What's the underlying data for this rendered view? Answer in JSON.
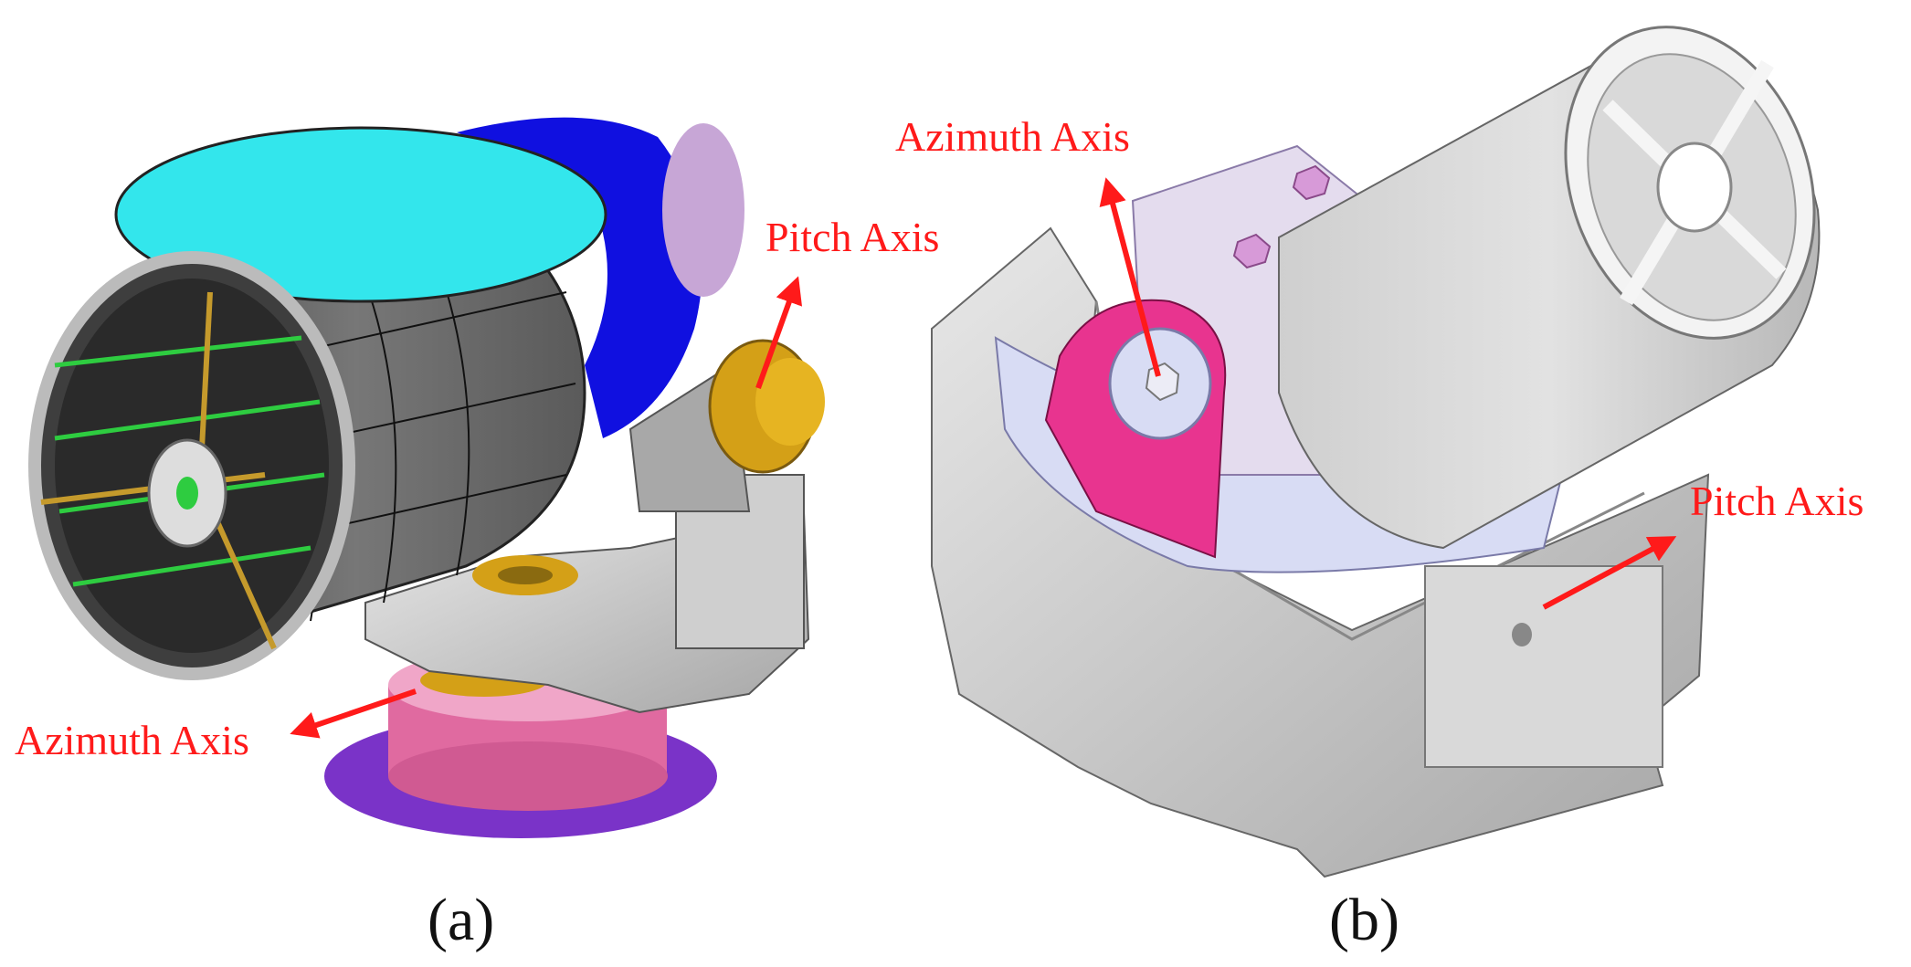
{
  "panels": [
    {
      "caption": "(a)",
      "labels": {
        "pitch_axis": "Pitch Axis",
        "azimuth_axis": "Azimuth Axis"
      }
    },
    {
      "caption": "(b)",
      "labels": {
        "azimuth_axis": "Azimuth Axis",
        "pitch_axis": "Pitch Axis"
      }
    }
  ],
  "colors": {
    "annotation": "#ff1a1a",
    "mirror_cover": "#33e6ec",
    "ring": "#1010e0",
    "brass": "#d4a017",
    "pink_base": "#e06aa0",
    "purple_base": "#7a33c8",
    "magenta_bracket": "#e8348f",
    "lavender": "#d8dcf4",
    "metal_gray": "#b9b9b9"
  }
}
